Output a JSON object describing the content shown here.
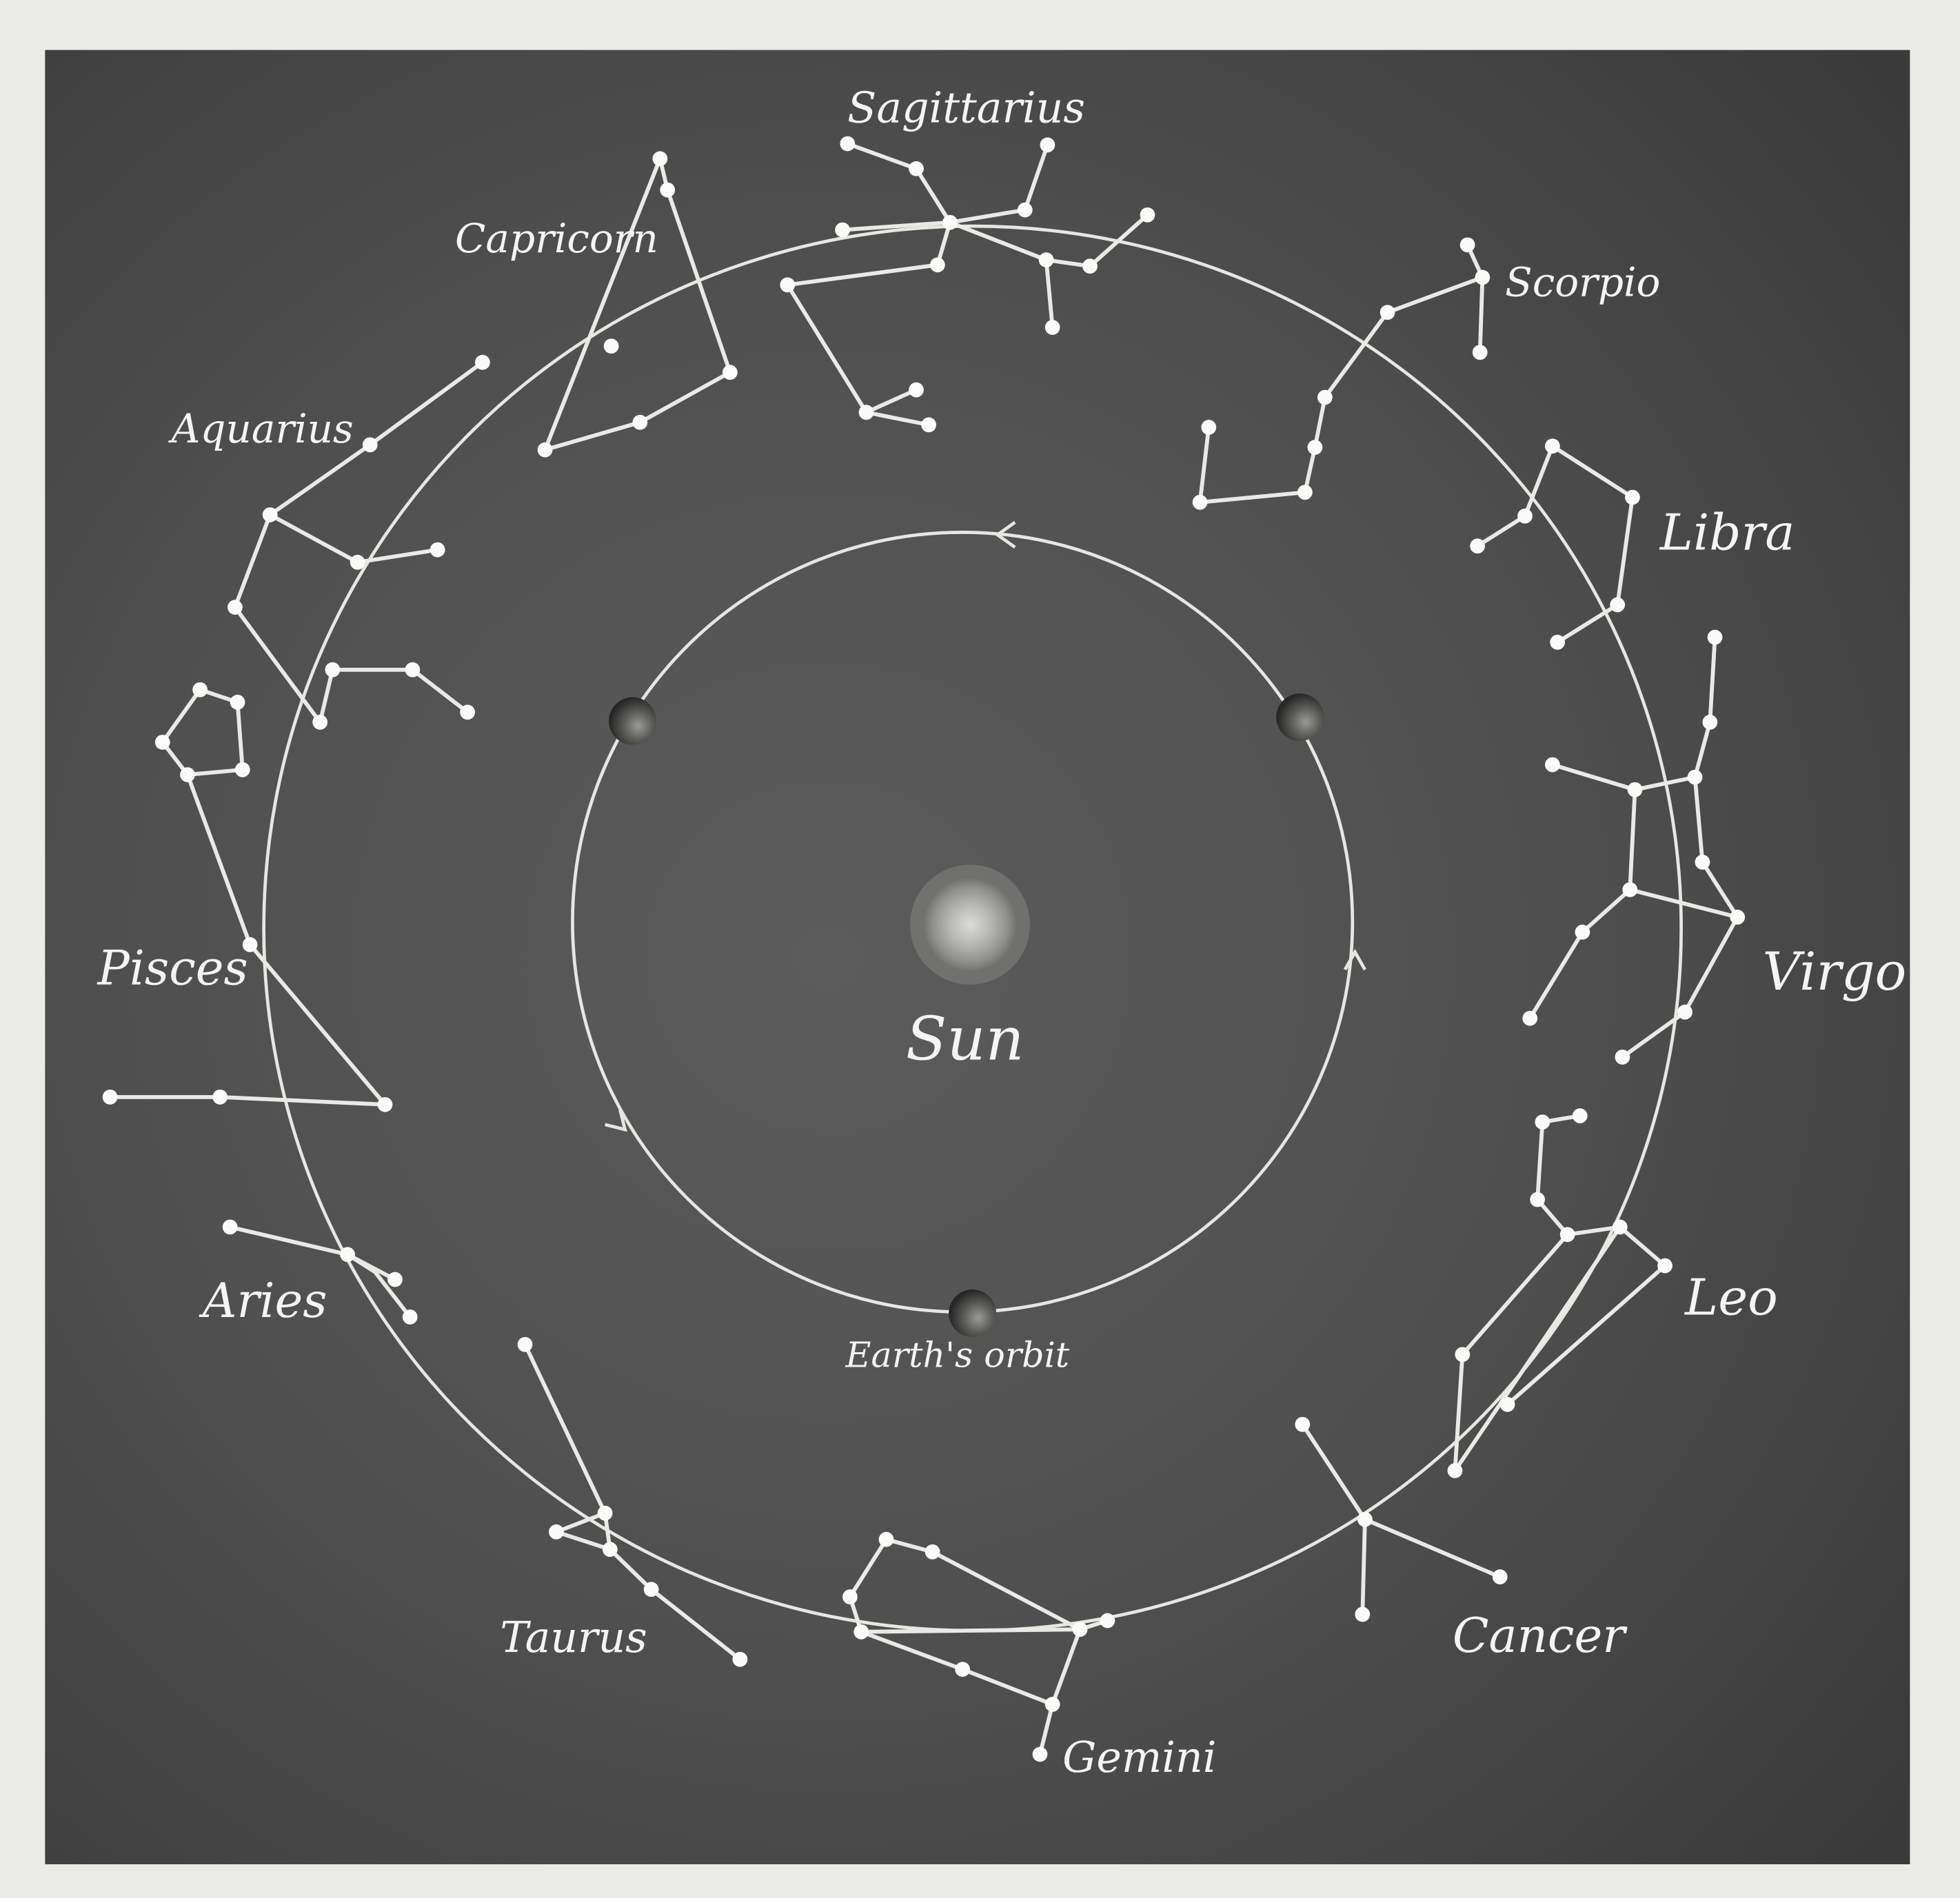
{
  "diagram": {
    "colors": {
      "page_background": "#ebebe8",
      "sky": "#4d4d4d",
      "lines": "#e9e9e6",
      "stars": "#fbfbfa",
      "labels": "#f4f4f2"
    },
    "center_label": "Sun",
    "orbit_label": "Earth's orbit",
    "orbit_direction": "counter-clockwise",
    "constellations": [
      "Sagittarius",
      "Scorpio",
      "Libra",
      "Virgo",
      "Leo",
      "Cancer",
      "Gemini",
      "Taurus",
      "Aries",
      "Pisces",
      "Aquarius",
      "Capricorn"
    ]
  }
}
